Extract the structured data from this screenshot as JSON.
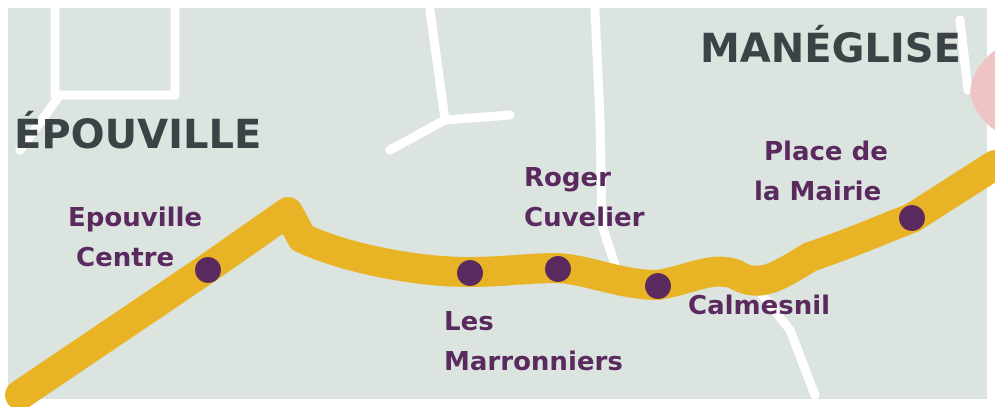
{
  "colors": {
    "background": "#dbe4df",
    "road": "#ffffff",
    "route": "#e8b425",
    "stop_fill": "#5a2a5e",
    "stop_label": "#5a2a5e",
    "town_label": "#3c4347",
    "edge_accent": "#f0c4c4"
  },
  "towns": {
    "epouville": "ÉPOUVILLE",
    "maneglise": "MANÉGLISE"
  },
  "stops": [
    {
      "id": "epouville-centre",
      "lines": [
        "Epouville",
        "Centre"
      ]
    },
    {
      "id": "les-marronniers",
      "lines": [
        "Les",
        "Marronniers"
      ]
    },
    {
      "id": "roger-cuvelier",
      "lines": [
        "Roger",
        "Cuvelier"
      ]
    },
    {
      "id": "calmesnil",
      "lines": [
        "Calmesnil"
      ]
    },
    {
      "id": "place-de-la-mairie",
      "lines": [
        "Place de",
        "la Mairie"
      ]
    }
  ]
}
